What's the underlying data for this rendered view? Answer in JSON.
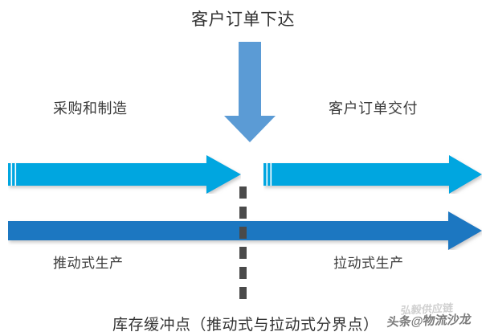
{
  "diagram": {
    "title": "客户订单下达",
    "left_top_label": "采购和制造",
    "right_top_label": "客户订单交付",
    "left_bottom_label": "推动式生产",
    "right_bottom_label": "拉动式生产",
    "caption": "库存缓冲点（推动式与拉动式分界点）"
  },
  "watermark": {
    "main": "头条@物流沙龙",
    "ghost": "弘毅供应链"
  },
  "colors": {
    "light_blue_arrow": "#05a6e0",
    "dark_blue_arrow": "#1f77c1",
    "down_arrow": "#5b9bd5",
    "divider": "#4a4a4a",
    "text": "#3b3b3b",
    "background": "#ffffff"
  }
}
